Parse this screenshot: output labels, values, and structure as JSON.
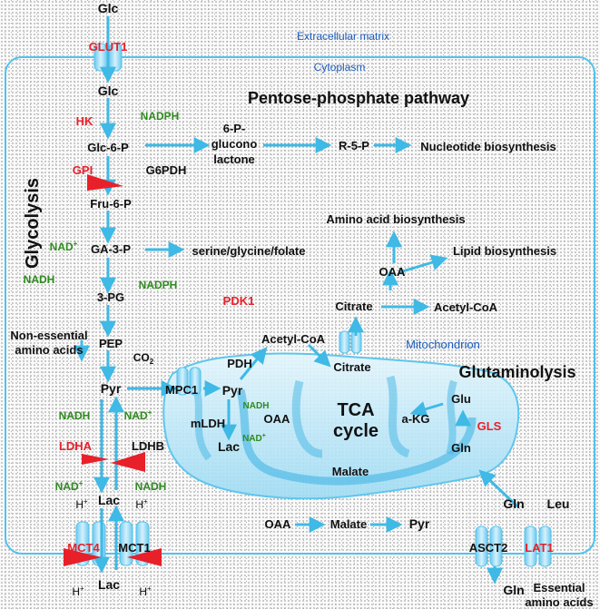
{
  "regions": {
    "extracellular": "Extracellular matrix",
    "cytoplasm": "Cytoplasm",
    "mitochondrion": "Mitochondrion"
  },
  "pathways": {
    "ppp": "Pentose-phosphate pathway",
    "glycolysis": "Glycolysis",
    "glutaminolysis": "Glutaminolysis",
    "tca_line1": "TCA",
    "tca_line2": "cycle"
  },
  "metabolites": {
    "glc_top": "Glc",
    "glc": "Glc",
    "glc6p": "Glc-6-P",
    "gluconolactone_1": "6-P-",
    "gluconolactone_2": "glucono",
    "gluconolactone_3": "lactone",
    "r5p": "R-5-P",
    "fru6p": "Fru-6-P",
    "ga3p": "GA-3-P",
    "serine": "serine/glycine/folate",
    "pg3": "3-PG",
    "pep": "PEP",
    "pyr": "Pyr",
    "co2": "CO",
    "co2_sub": "2",
    "pyr_mito": "Pyr",
    "acetyl_mito": "Acetyl-CoA",
    "citrate_mito": "Citrate",
    "citrate_cyto": "Citrate",
    "oaa_cyto": "OAA",
    "acetyl_cyto": "Acetyl-CoA",
    "oaa_mito": "OAA",
    "lac_mito": "Lac",
    "malate_mito": "Malate",
    "akg": "a-KG",
    "glu": "Glu",
    "gln_mito": "Gln",
    "oaa_bottom": "OAA",
    "malate_bottom": "Malate",
    "pyr_bottom": "Pyr",
    "lac": "Lac",
    "lac_out": "Lac",
    "gln_in": "Gln",
    "leu": "Leu",
    "gln_out": "Gln"
  },
  "enzymes": {
    "glut1": "GLUT1",
    "hk": "HK",
    "gpi": "GPI",
    "g6pdh": "G6PDH",
    "pdk1": "PDK1",
    "pdh": "PDH",
    "mpc1": "MPC1",
    "mldh": "mLDH",
    "ldha": "LDHA",
    "ldhb": "LDHB",
    "gls": "GLS",
    "mct4": "MCT4",
    "mct1": "MCT1",
    "asct2": "ASCT2",
    "lat1": "LAT1"
  },
  "cofactors": {
    "nadph_ppp": "NADPH",
    "nad_glyc": "NAD",
    "nadh_glyc": "NADH",
    "nadph_ser": "NADPH",
    "nadh_ldha": "NADH",
    "nad_ldha": "NAD",
    "nad_ldhb": "NAD",
    "nadh_ldhb": "NADH",
    "nadh_mito": "NADH",
    "nad_mito": "NAD",
    "hplus": "H",
    "plus": "+"
  },
  "outputs": {
    "nucleotide": "Nucleotide biosynthesis",
    "amino_acid": "Amino acid biosynthesis",
    "lipid": "Lipid biosynthesis",
    "nonessential_1": "Non-essential",
    "nonessential_2": "amino acids",
    "essential_1": "Essential",
    "essential_2": "amino acids"
  },
  "colors": {
    "arrow": "#3fb9e6",
    "membrane": "#4fc3ee",
    "mito_fill": "#bfe9f8",
    "inhibitor": "#e8202a",
    "enzyme_red": "#e8202a",
    "cofactor_green": "#2e8b1e",
    "region_blue": "#1f5fbf"
  }
}
